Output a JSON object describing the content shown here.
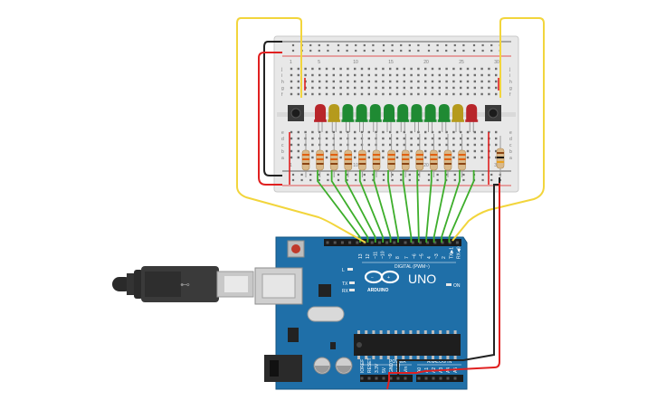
{
  "arduino": {
    "model": "UNO",
    "brand": "ARDUINO",
    "digital_header": "DIGITAL (PWM~)",
    "power_header": "POWER",
    "analog_header": "ANALOG IN",
    "on_label": "ON",
    "l_label": "L",
    "tx_label": "TX",
    "rx_label": "RX",
    "ioref_label": "IOREF",
    "reset_label": "RESET",
    "v33_label": "3.3V",
    "v5_label": "5V",
    "gnd_label": "GND",
    "vin_label": "Vin",
    "aref_label": "AREF",
    "a_pins": [
      "A0",
      "A1",
      "A2",
      "A3",
      "A4",
      "A5"
    ],
    "d_pins": [
      "13",
      "12",
      "~11",
      "~10",
      "~9",
      "8",
      "7",
      "~6",
      "~5",
      "4",
      "~3",
      "2",
      "TX▶1",
      "RX◀0"
    ]
  },
  "breadboard": {
    "row_letters_top": [
      "j",
      "i",
      "h",
      "g",
      "f"
    ],
    "row_letters_bottom": [
      "e",
      "d",
      "c",
      "b",
      "a"
    ],
    "col_numbers": [
      "1",
      "5",
      "10",
      "15",
      "20",
      "25",
      "30"
    ],
    "led_colors": [
      "red",
      "yellow",
      "green",
      "green",
      "green",
      "green",
      "green",
      "green",
      "green",
      "green",
      "yellow",
      "red"
    ]
  },
  "colors": {
    "board_blue": "#1f6fa8",
    "wire_green": "#3dae2b",
    "wire_yellow": "#f2d53c",
    "wire_red": "#e02020",
    "wire_black": "#222222"
  }
}
